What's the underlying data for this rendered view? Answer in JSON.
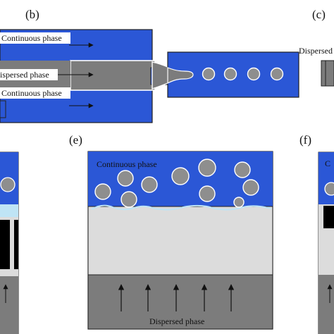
{
  "panels": {
    "b": {
      "letter": "(b)",
      "top_label": "Continuous phase",
      "mid_label": "Dispersed phase",
      "mid_label_visible": "ispersed phase",
      "bottom_label": "Continuous phase"
    },
    "c": {
      "letter": "(c)",
      "label": "Dispersed phase",
      "label_visible": "Dispersed"
    },
    "e": {
      "letter": "(e)",
      "top_label": "Continuous phase",
      "bottom_label": "Dispersed phase"
    },
    "f": {
      "letter": "(f)",
      "label_visible": "C"
    }
  },
  "colors": {
    "continuous_blue": "#2b57d6",
    "dispersed_gray": "#7c7c7c",
    "membrane_gray": "#dcdcdc",
    "light_blue": "#bfe4f5",
    "droplet": "#8e8e8e",
    "outline": "#222222"
  }
}
